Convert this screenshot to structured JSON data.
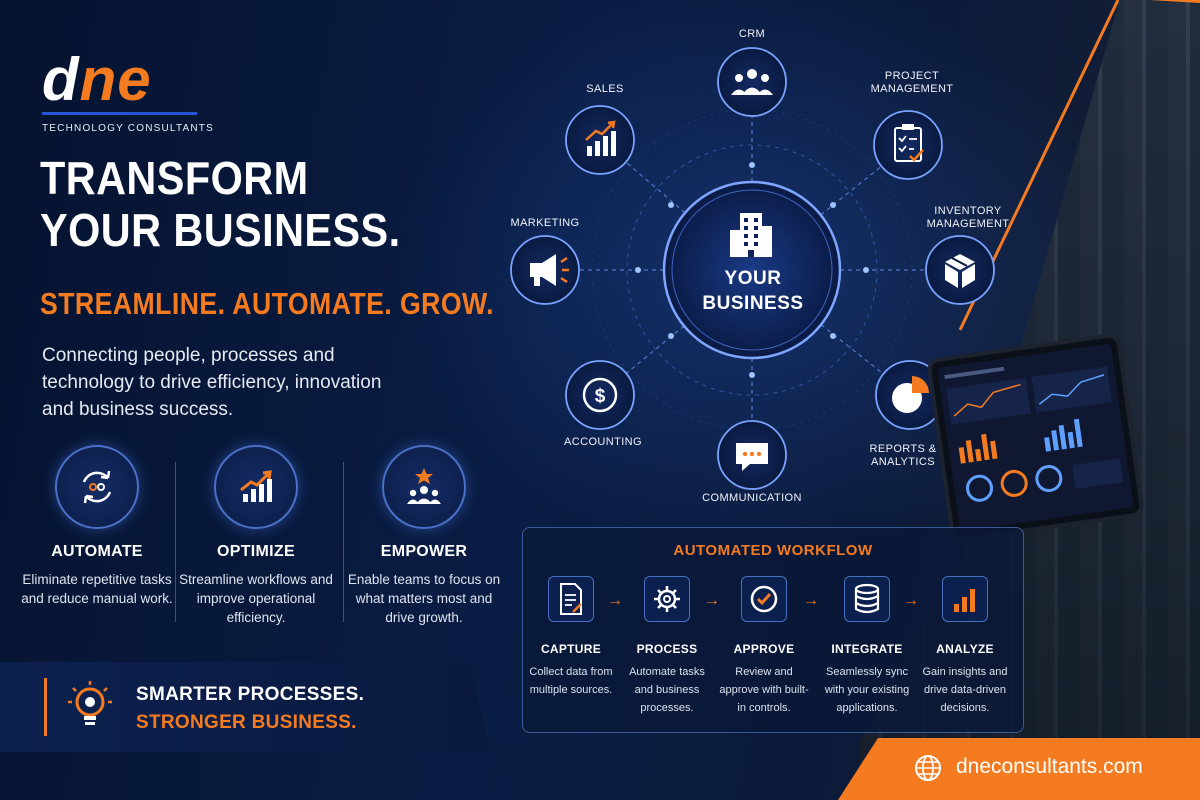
{
  "brand": {
    "logo_d": "d",
    "logo_ne": "ne",
    "subtitle": "TECHNOLOGY CONSULTANTS"
  },
  "headline": {
    "line1": "TRANSFORM",
    "line2": "YOUR BUSINESS.",
    "tagline": "STREAMLINE. AUTOMATE. GROW."
  },
  "intro": "Connecting people, processes and technology to drive efficiency, innovation and business success.",
  "pillars": [
    {
      "icon": "automation-cycle-icon",
      "title": "AUTOMATE",
      "desc": "Eliminate repetitive tasks and reduce manual work."
    },
    {
      "icon": "growth-chart-icon",
      "title": "OPTIMIZE",
      "desc": "Streamline workflows and improve operational efficiency."
    },
    {
      "icon": "team-star-icon",
      "title": "EMPOWER",
      "desc": "Enable teams to focus on what matters most and drive growth."
    }
  ],
  "banner": {
    "icon": "lightbulb-gear-icon",
    "line1": "SMARTER PROCESSES.",
    "line2": "STRONGER BUSINESS."
  },
  "hub": {
    "center_line1": "YOUR",
    "center_line2": "BUSINESS",
    "center_icon": "building-icon",
    "nodes": [
      {
        "key": "crm",
        "label": "CRM",
        "icon": "people-group-icon"
      },
      {
        "key": "project",
        "label_l1": "PROJECT",
        "label_l2": "MANAGEMENT",
        "icon": "clipboard-check-icon"
      },
      {
        "key": "inventory",
        "label_l1": "INVENTORY",
        "label_l2": "MANAGEMENT",
        "icon": "box-icon"
      },
      {
        "key": "reports",
        "label_l1": "REPORTS &",
        "label_l2": "ANALYTICS",
        "icon": "pie-chart-icon"
      },
      {
        "key": "communication",
        "label": "COMMUNICATION",
        "icon": "chat-bubble-icon"
      },
      {
        "key": "accounting",
        "label": "ACCOUNTING",
        "icon": "dollar-coin-icon"
      },
      {
        "key": "marketing",
        "label": "MARKETING",
        "icon": "megaphone-icon"
      },
      {
        "key": "sales",
        "label": "SALES",
        "icon": "sales-chart-icon"
      }
    ]
  },
  "workflow": {
    "title": "AUTOMATED WORKFLOW",
    "steps": [
      {
        "title": "CAPTURE",
        "desc": "Collect data from multiple sources.",
        "icon": "document-icon"
      },
      {
        "title": "PROCESS",
        "desc": "Automate tasks and business processes.",
        "icon": "gear-icon"
      },
      {
        "title": "APPROVE",
        "desc": "Review and approve with built-in controls.",
        "icon": "check-circle-icon"
      },
      {
        "title": "INTEGRATE",
        "desc": "Seamlessly sync with your existing applications.",
        "icon": "database-icon"
      },
      {
        "title": "ANALYZE",
        "desc": "Gain insights and drive data-driven decisions.",
        "icon": "bar-chart-icon"
      }
    ],
    "arrow": "→"
  },
  "website": {
    "icon": "globe-icon",
    "url": "dneconsultants.com"
  },
  "colors": {
    "accent": "#f47b20",
    "navy": "#071631",
    "blue": "#2456d6"
  }
}
